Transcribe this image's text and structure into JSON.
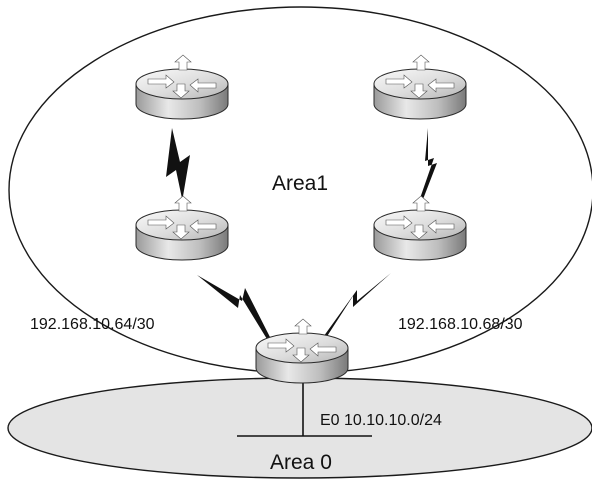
{
  "labels": {
    "area1": "Area1",
    "area0": "Area 0",
    "left_subnet": "192.168.10.64/30",
    "right_subnet": "192.168.10.68/30",
    "ethernet": "E0 10.10.10.0/24"
  },
  "nodes": [
    {
      "id": "router-top-left",
      "type": "router"
    },
    {
      "id": "router-top-right",
      "type": "router"
    },
    {
      "id": "router-mid-left",
      "type": "router"
    },
    {
      "id": "router-mid-right",
      "type": "router"
    },
    {
      "id": "router-core",
      "type": "router"
    }
  ],
  "links": [
    {
      "from": "router-top-left",
      "to": "router-mid-left",
      "type": "serial"
    },
    {
      "from": "router-top-right",
      "to": "router-mid-right",
      "type": "serial"
    },
    {
      "from": "router-mid-left",
      "to": "router-core",
      "type": "serial"
    },
    {
      "from": "router-mid-right",
      "to": "router-core",
      "type": "serial"
    },
    {
      "from": "router-core",
      "to": "ethernet-segment",
      "type": "ethernet"
    }
  ],
  "colors": {
    "area0_fill": "#e4e4e4",
    "outline": "#1a1a1a",
    "router_light": "#f2f2f2",
    "router_dark": "#8c8c8c"
  }
}
